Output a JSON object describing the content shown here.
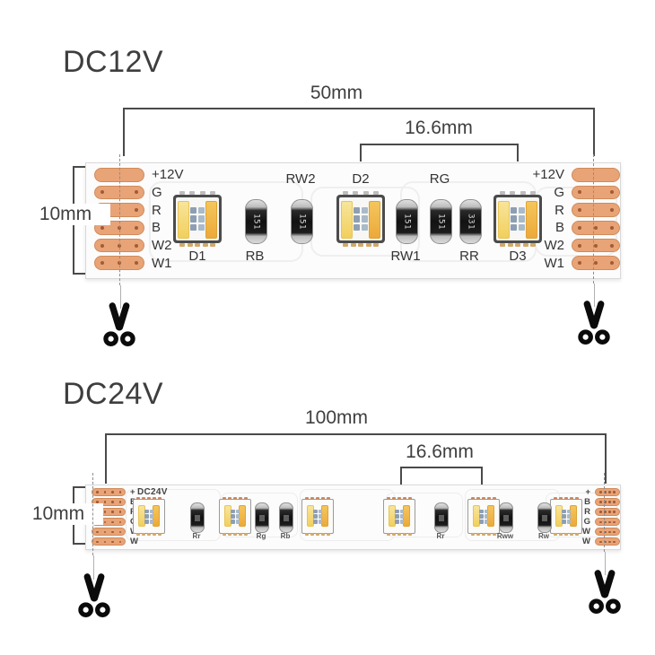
{
  "icons": {
    "cut_mark": "scissors"
  },
  "colors": {
    "background": "#ffffff",
    "title_text": "#3e3e3e",
    "dimension_line": "#4a4a4a",
    "pad_copper": "#e8a376",
    "pad_via_dot": "#8f4a26",
    "pcb_white": "#fcfcfc",
    "led_phosphor_left": "#f2cf5e",
    "led_phosphor_right": "#eda93a",
    "resistor_body": "#121212",
    "resistor_cap": "#bdbdbd",
    "scissors": "#0b0b0b"
  },
  "dc12v": {
    "title": "DC12V",
    "dim_total": "50mm",
    "dim_pitch": "16.6mm",
    "dim_width": "10mm",
    "pads_left": [
      {
        "label": "+12V",
        "dots": 0
      },
      {
        "label": "G",
        "dots": 2
      },
      {
        "label": "R",
        "dots": 2
      },
      {
        "label": "B",
        "dots": 3
      },
      {
        "label": "W2",
        "dots": 3
      },
      {
        "label": "W1",
        "dots": 3
      }
    ],
    "pads_right": [
      {
        "label": "+12V",
        "dots": 0
      },
      {
        "label": "G",
        "dots": 2
      },
      {
        "label": "R",
        "dots": 2
      },
      {
        "label": "B",
        "dots": 3
      },
      {
        "label": "W2",
        "dots": 3
      },
      {
        "label": "W1",
        "dots": 3
      }
    ],
    "leds": [
      {
        "label": "D1"
      },
      {
        "label": "D2"
      },
      {
        "label": "D3"
      }
    ],
    "resistors": [
      {
        "label": "RB",
        "code": "151"
      },
      {
        "label": "RW2",
        "code": "151"
      },
      {
        "label": "RW1",
        "code": "151"
      },
      {
        "label": "RG",
        "code": "151"
      },
      {
        "label": "RR",
        "code": "331"
      }
    ]
  },
  "dc24v": {
    "title": "DC24V",
    "dim_total": "100mm",
    "dim_pitch": "16.6mm",
    "dim_width": "10mm",
    "board_label": "DC24V",
    "pads_left": [
      {
        "label": "+",
        "dots": 4
      },
      {
        "label": "B",
        "dots": 4
      },
      {
        "label": "R",
        "dots": 4
      },
      {
        "label": "G",
        "dots": 4
      },
      {
        "label": "WW",
        "dots": 4
      },
      {
        "label": "W",
        "dots": 4
      }
    ],
    "pads_right": [
      {
        "label": "+",
        "dots": 4
      },
      {
        "label": "B",
        "dots": 4
      },
      {
        "label": "R",
        "dots": 4
      },
      {
        "label": "G",
        "dots": 4
      },
      {
        "label": "WW",
        "dots": 4
      },
      {
        "label": "W",
        "dots": 4
      }
    ],
    "resistors": [
      {
        "label": "Rr"
      },
      {
        "label": "Rg"
      },
      {
        "label": "Rb"
      },
      {
        "label": "Rr"
      },
      {
        "label": "Rww"
      },
      {
        "label": "Rw"
      }
    ]
  }
}
